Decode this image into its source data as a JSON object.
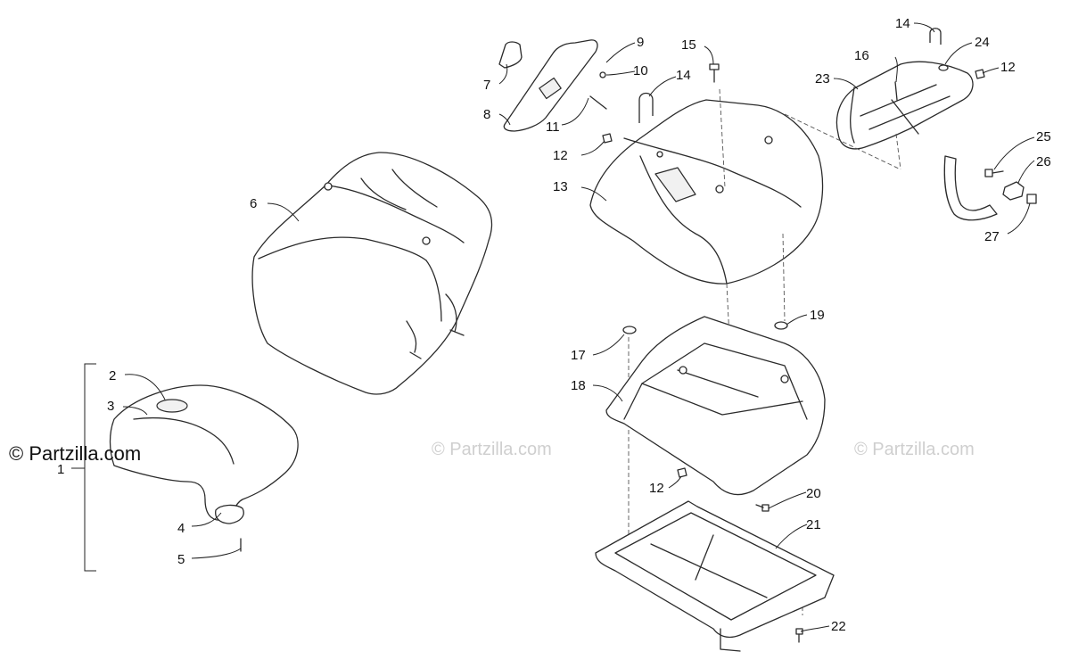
{
  "watermark": {
    "main": "© Partzilla.com",
    "faint": "© Partzilla.com"
  },
  "callouts": {
    "c1": "1",
    "c2": "2",
    "c3": "3",
    "c4": "4",
    "c5": "5",
    "c6": "6",
    "c7": "7",
    "c8": "8",
    "c9": "9",
    "c10": "10",
    "c11": "11",
    "c12a": "12",
    "c12b": "12",
    "c12c": "12",
    "c13": "13",
    "c14a": "14",
    "c14b": "14",
    "c15": "15",
    "c16": "16",
    "c17": "17",
    "c18": "18",
    "c19": "19",
    "c20": "20",
    "c21": "21",
    "c22": "22",
    "c23": "23",
    "c24": "24",
    "c25": "25",
    "c26": "26",
    "c27": "27"
  }
}
